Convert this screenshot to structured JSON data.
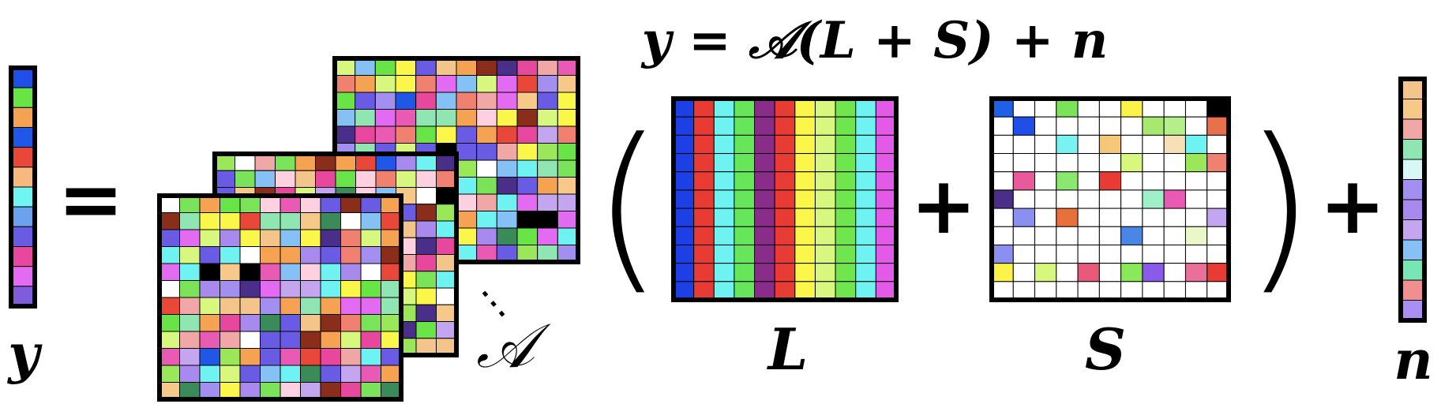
{
  "equation": {
    "title": "y = 𝒜(L + S) + n",
    "labels": {
      "y": "y",
      "A": "𝒜",
      "L": "L",
      "S": "S",
      "n": "n"
    },
    "symbols": {
      "equals": "=",
      "plus": "+",
      "open_paren": "(",
      "close_paren": ")",
      "dots": "⋮"
    }
  },
  "vectors": {
    "y": {
      "colors": [
        "#1f4ee8",
        "#69e447",
        "#f5a352",
        "#2157e6",
        "#e8473a",
        "#f7b97e",
        "#6ff5f2",
        "#6ba2ee",
        "#6a5be5",
        "#e8479e",
        "#e36bf2",
        "#7e5cdc"
      ]
    },
    "n": {
      "colors": [
        "#f4c58a",
        "#f6c98b",
        "#f1a7a6",
        "#8fe6b3",
        "#d8f7f5",
        "#a38ff0",
        "#a889ee",
        "#c4a6f0",
        "#86c1f6",
        "#77e6b7",
        "#ef8f8f",
        "#a98ff2"
      ]
    }
  },
  "matrices": {
    "L": {
      "column_colors": [
        "#1c3fe6",
        "#e83b34",
        "#6ff2f2",
        "#66e65a",
        "#8a2d8a",
        "#e83b34",
        "#fbf64a",
        "#d8f77e",
        "#6fe64e",
        "#6ff2f2",
        "#e45ae8"
      ]
    },
    "S": {
      "rows": 11,
      "cols": 11,
      "cells": [
        {
          "r": 0,
          "c": 0,
          "color": "#2060e8"
        },
        {
          "r": 0,
          "c": 3,
          "color": "#7ae35a"
        },
        {
          "r": 0,
          "c": 6,
          "color": "#fbf24a"
        },
        {
          "r": 0,
          "c": 10,
          "color": "#000000"
        },
        {
          "r": 1,
          "c": 1,
          "color": "#1f4ee8"
        },
        {
          "r": 1,
          "c": 7,
          "color": "#a6e870"
        },
        {
          "r": 1,
          "c": 8,
          "color": "#b4ef8a"
        },
        {
          "r": 1,
          "c": 10,
          "color": "#e8704a"
        },
        {
          "r": 2,
          "c": 3,
          "color": "#7af2f2"
        },
        {
          "r": 2,
          "c": 5,
          "color": "#f5c878"
        },
        {
          "r": 2,
          "c": 8,
          "color": "#f7dfb6"
        },
        {
          "r": 2,
          "c": 9,
          "color": "#6ff2f2"
        },
        {
          "r": 3,
          "c": 6,
          "color": "#d8f77e"
        },
        {
          "r": 3,
          "c": 9,
          "color": "#9ae85a"
        },
        {
          "r": 3,
          "c": 10,
          "color": "#f08070"
        },
        {
          "r": 4,
          "c": 1,
          "color": "#e85a9a"
        },
        {
          "r": 4,
          "c": 3,
          "color": "#8ae870"
        },
        {
          "r": 4,
          "c": 5,
          "color": "#e83b34"
        },
        {
          "r": 5,
          "c": 0,
          "color": "#4a2f8a"
        },
        {
          "r": 5,
          "c": 7,
          "color": "#9ff0c8"
        },
        {
          "r": 5,
          "c": 8,
          "color": "#e85ab4"
        },
        {
          "r": 6,
          "c": 1,
          "color": "#8a8ff0"
        },
        {
          "r": 6,
          "c": 3,
          "color": "#e8703a"
        },
        {
          "r": 6,
          "c": 10,
          "color": "#c4a6f0"
        },
        {
          "r": 7,
          "c": 6,
          "color": "#4a86e8"
        },
        {
          "r": 7,
          "c": 9,
          "color": "#eaf7c8"
        },
        {
          "r": 8,
          "c": 0,
          "color": "#8a8ff0"
        },
        {
          "r": 9,
          "c": 0,
          "color": "#fbf24a"
        },
        {
          "r": 9,
          "c": 2,
          "color": "#d8f77e"
        },
        {
          "r": 9,
          "c": 4,
          "color": "#e85a7a"
        },
        {
          "r": 9,
          "c": 6,
          "color": "#8ae85a"
        },
        {
          "r": 9,
          "c": 7,
          "color": "#8a5ae8"
        },
        {
          "r": 9,
          "c": 9,
          "color": "#e8709a"
        },
        {
          "r": 9,
          "c": 10,
          "color": "#e83b34"
        }
      ]
    },
    "A_stack": {
      "palette": [
        "#6ff2f2",
        "#e8473a",
        "#f5a352",
        "#69e447",
        "#e36bf2",
        "#2157e6",
        "#fbf64a",
        "#f1a7a6",
        "#a889ee",
        "#8fe6b3",
        "#7ae35a",
        "#e8479e",
        "#6a5be5",
        "#d8f77e",
        "#f4c58a",
        "#86c1f6",
        "#4a2f8a",
        "#ffffff",
        "#f08070",
        "#c4a6f0",
        "#9ae85a",
        "#e85ab4",
        "#3a8a5a",
        "#000000",
        "#8a2d1a",
        "#ffd0e0",
        "#a38ff0",
        "#f6c98b"
      ]
    }
  }
}
